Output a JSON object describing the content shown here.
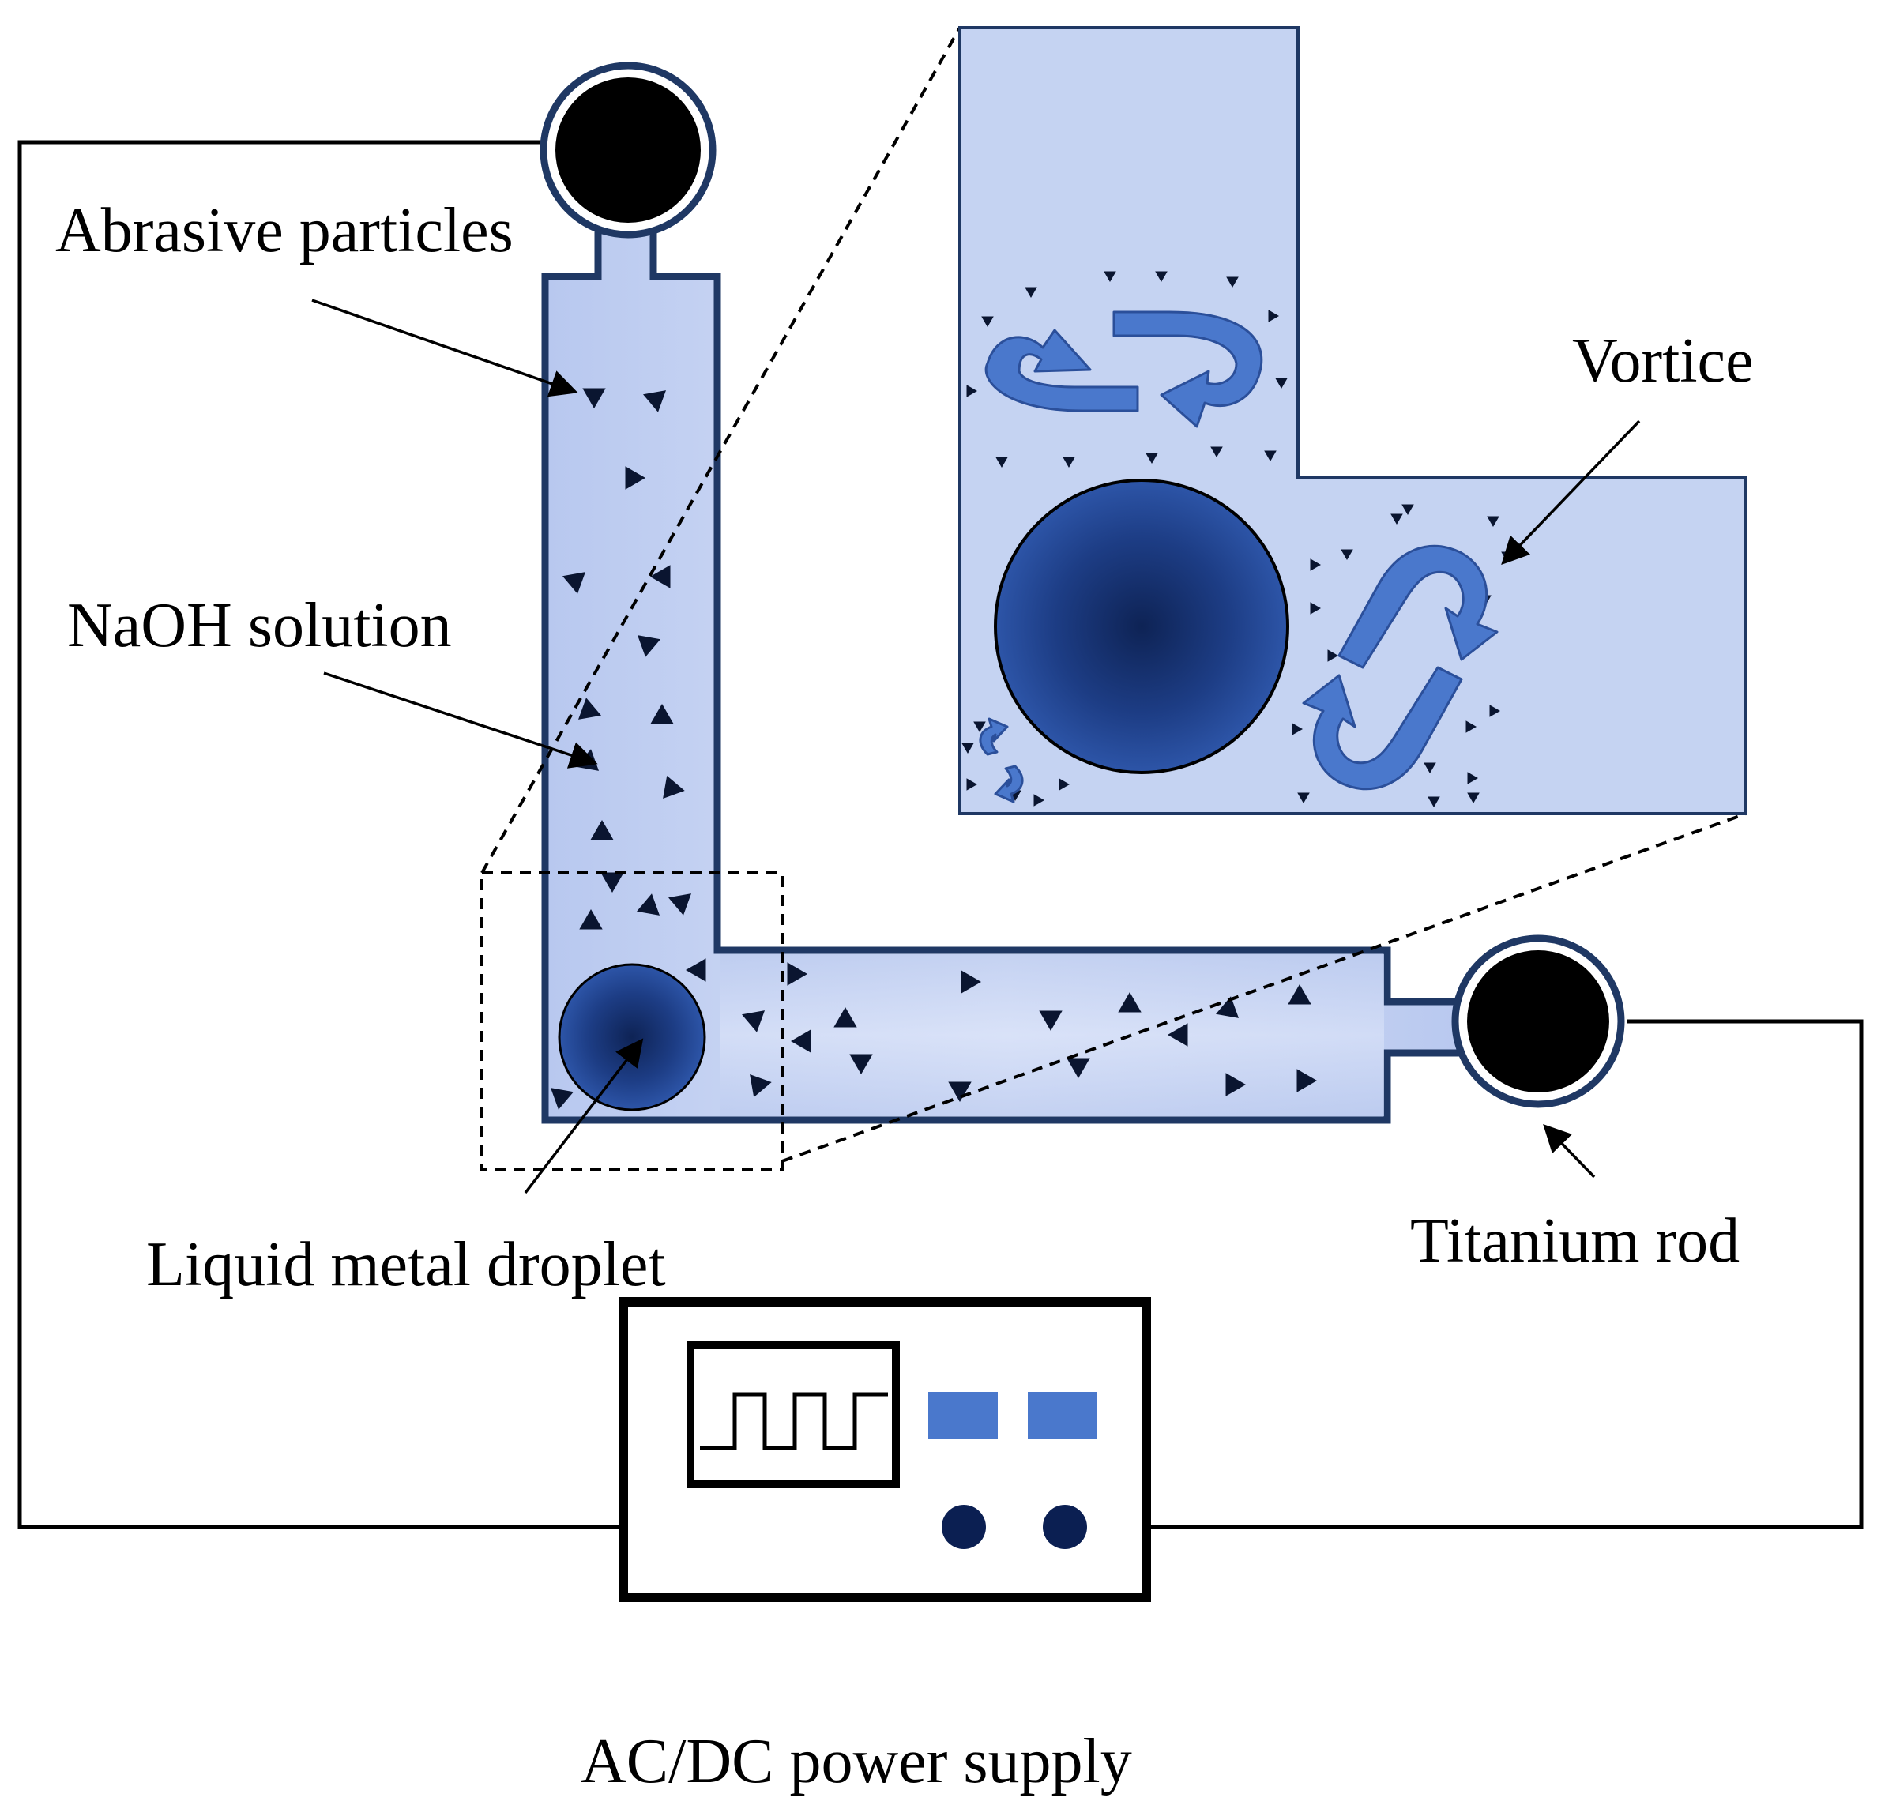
{
  "labels": {
    "abrasive_particles": "Abrasive particles",
    "naoh_solution": "NaOH solution",
    "liquid_metal_droplet": "Liquid metal droplet",
    "titanium_rod": "Titanium rod",
    "vortice": "Vortice",
    "power_supply": "AC/DC power supply"
  },
  "colors": {
    "channel_fill": "#c5d3f2",
    "channel_stroke": "#1f3864",
    "droplet": "#1d3d85",
    "electrode": "#000000",
    "vortex_arrow": "#4a78cc",
    "button_fill": "#4a78cc",
    "knob_fill": "#0b1f52"
  },
  "icons": {
    "waveform": "square-wave-icon",
    "vortex": "curved-arrow-icon"
  }
}
